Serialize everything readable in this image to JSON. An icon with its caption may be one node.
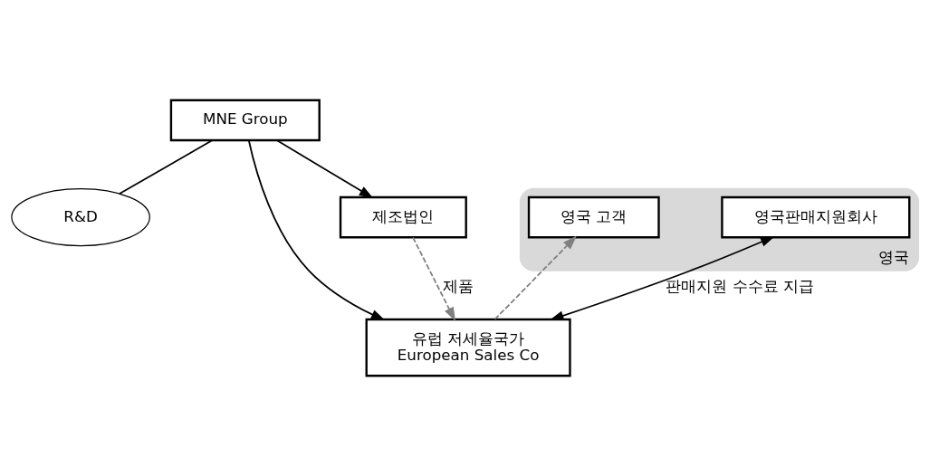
{
  "diagram": {
    "nodes": [
      {
        "text": [
          "MNE Group"
        ]
      },
      {
        "text": [
          "R&D"
        ]
      },
      {
        "text": [
          "유럽 저세율국가",
          "European Sales Co"
        ]
      },
      {
        "text": [
          "제조법인"
        ]
      },
      {
        "text": [
          "영국"
        ]
      },
      {
        "text": [
          "영국판매지원회사"
        ],
        "in": 4
      },
      {
        "text": [
          "영국 고객"
        ],
        "in": 4
      }
    ],
    "edges": [
      {
        "from": 0,
        "to": 1,
        "arrow": "none"
      },
      {
        "from": 0,
        "to": 2,
        "arrow": "to"
      },
      {
        "from": 0,
        "to": 3,
        "arrow": "to"
      },
      {
        "from": 3,
        "to": 2,
        "label": "제품",
        "arrow": "to",
        "style": "dashed",
        "color": "#808080"
      },
      {
        "from": 2,
        "to": 6,
        "arrow": "to",
        "style": "dashed",
        "color": "#808080"
      },
      {
        "from": 5,
        "to": 2,
        "label": "판매지원 수수료 지급",
        "arrow": "both"
      }
    ]
  }
}
